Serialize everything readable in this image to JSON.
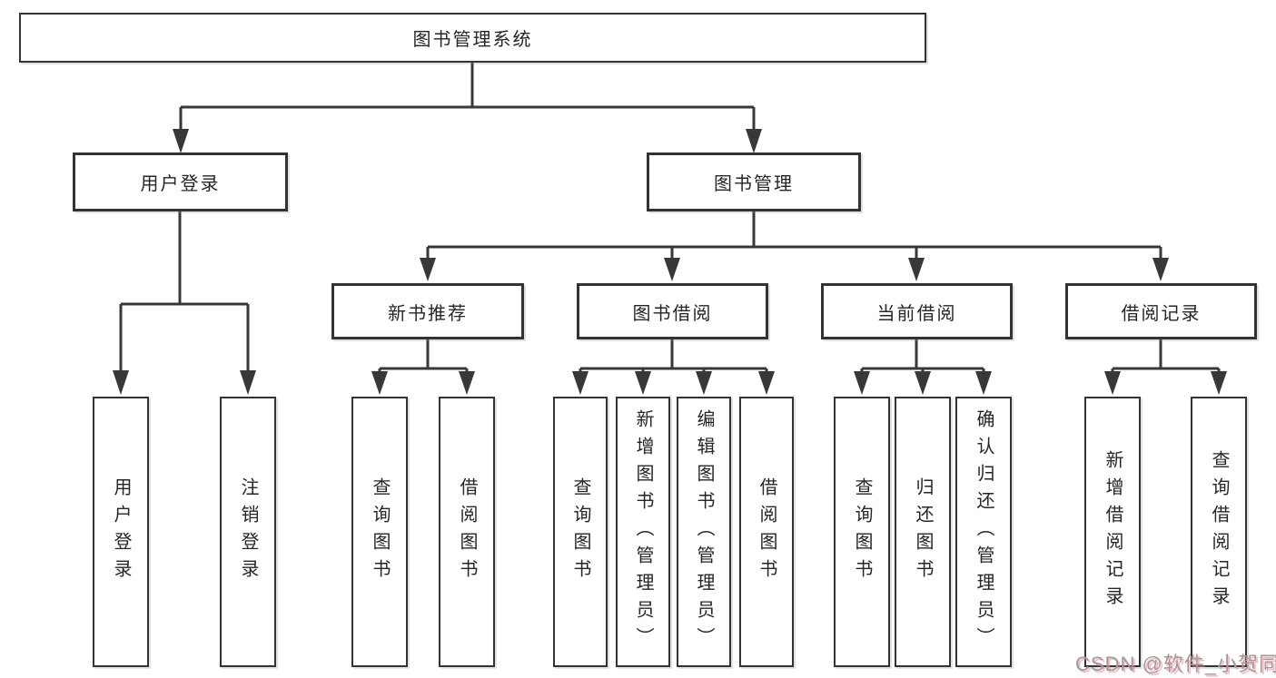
{
  "diagram": {
    "title": "图书管理系统",
    "level2": [
      {
        "label": "用户登录"
      },
      {
        "label": "图书管理"
      }
    ],
    "level3": [
      {
        "label": "新书推荐",
        "parent": "图书管理"
      },
      {
        "label": "图书借阅",
        "parent": "图书管理"
      },
      {
        "label": "当前借阅",
        "parent": "图书管理"
      },
      {
        "label": "借阅记录",
        "parent": "图书管理"
      }
    ],
    "leaves": [
      {
        "label": "用户登录",
        "parent": "用户登录"
      },
      {
        "label": "注销登录",
        "parent": "用户登录"
      },
      {
        "label": "查询图书",
        "parent": "新书推荐"
      },
      {
        "label": "借阅图书",
        "parent": "新书推荐"
      },
      {
        "label": "查询图书",
        "parent": "图书借阅"
      },
      {
        "label": "新增图书（管理员）",
        "parent": "图书借阅"
      },
      {
        "label": "编辑图书（管理员）",
        "parent": "图书借阅"
      },
      {
        "label": "借阅图书",
        "parent": "图书借阅"
      },
      {
        "label": "查询图书",
        "parent": "当前借阅"
      },
      {
        "label": "归还图书",
        "parent": "当前借阅"
      },
      {
        "label": "确认归还（管理员）",
        "parent": "当前借阅"
      },
      {
        "label": "新增借阅记录",
        "parent": "借阅记录"
      },
      {
        "label": "查询借阅记录",
        "parent": "借阅记录"
      }
    ]
  },
  "watermark": {
    "text": "CSDN @软件_小贺同学"
  },
  "colors": {
    "line": "#383838",
    "border": "#333333",
    "text": "#262626",
    "watermark_text": "#9b9b9b",
    "watermark_shadow": "#fa7882"
  }
}
